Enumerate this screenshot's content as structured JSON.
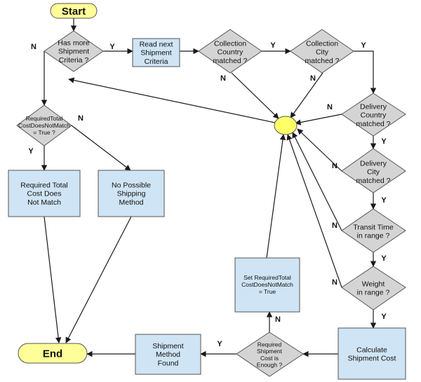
{
  "colors": {
    "terminal": "#ffff99",
    "process": "#cfe4f4",
    "decision": "#d4d4d4",
    "stroke": "#555555",
    "junction": "#ffff66"
  },
  "nodes": {
    "start": {
      "lines": [
        "Start"
      ]
    },
    "has_more": {
      "lines": [
        "Has more",
        "Shipment",
        "Criteria ?"
      ]
    },
    "read_next": {
      "lines": [
        "Read next",
        "Shipment",
        "Criteria"
      ]
    },
    "coll_country": {
      "lines": [
        "Collection",
        "Country",
        "matched ?"
      ]
    },
    "coll_city": {
      "lines": [
        "Collection",
        "City",
        "matched ?"
      ]
    },
    "req_total": {
      "lines": [
        "RequiredTotal",
        "CostDoesNotMatch",
        "= True ?"
      ]
    },
    "del_country": {
      "lines": [
        "Delivery",
        "Country",
        "matched ?"
      ]
    },
    "del_city": {
      "lines": [
        "Delivery",
        "City",
        "matched ?"
      ]
    },
    "transit": {
      "lines": [
        "Transit Time",
        "in range ?"
      ]
    },
    "weight": {
      "lines": [
        "Weight",
        "in range ?"
      ]
    },
    "req_not_match": {
      "lines": [
        "Required Total",
        "Cost Does",
        "Not Match"
      ]
    },
    "no_possible": {
      "lines": [
        "No Possible",
        "Shipping",
        "Method"
      ]
    },
    "set_required": {
      "lines": [
        "Set RequiredTotal",
        "CostDoesNotMatch",
        "= True"
      ]
    },
    "calc": {
      "lines": [
        "Calculate",
        "Shipment Cost"
      ]
    },
    "req_cost": {
      "lines": [
        "Required",
        "Shipment",
        "Cost is",
        "Enough ?"
      ]
    },
    "method_found": {
      "lines": [
        "Shipment",
        "Method",
        "Found"
      ]
    },
    "end": {
      "lines": [
        "End"
      ]
    }
  },
  "edge_labels": {
    "has_more_yes": "Y",
    "has_more_no": "N",
    "coll_country_yes": "Y",
    "coll_country_no": "N",
    "coll_city_yes": "Y",
    "coll_city_no": "N",
    "req_total_yes": "Y",
    "req_total_no": "N",
    "del_country_yes": "Y",
    "del_country_no": "N",
    "del_city_yes": "Y",
    "del_city_no": "N",
    "transit_yes": "Y",
    "transit_no": "N",
    "weight_yes": "Y",
    "weight_no": "N",
    "req_cost_yes": "Y",
    "req_cost_no": "N"
  }
}
